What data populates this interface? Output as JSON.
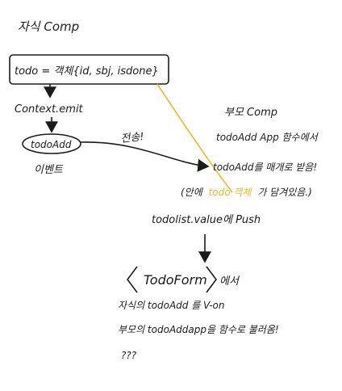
{
  "heading": "자식 Comp",
  "todo_box": "todo = 객체{id, sbj, isdone}",
  "emit_label": "Context.emit",
  "todoadd_label": "todoAdd",
  "todoadd_sub": "이벤트",
  "send_label": "전송!",
  "parent_heading": "부모 Comp",
  "parent_fn": "todoAdd App 함수에서",
  "parent_receive": "todoAdd를 매개로 받음!",
  "note_open": "(안에",
  "note_highlight": "todo 객체",
  "note_close": "가 담겨있음.)",
  "push_line": "todolist.value에 Push",
  "todoform_label": "TodoForm",
  "todoform_suffix": "에서",
  "von_line": "자식의 todoAdd 를 V-on",
  "parent_call_line": "부모의 todoAddapp을 함수로 불러옴!",
  "question": "???",
  "colors": {
    "ink": "#1b1b1b",
    "highlight": "#f2b62b"
  }
}
